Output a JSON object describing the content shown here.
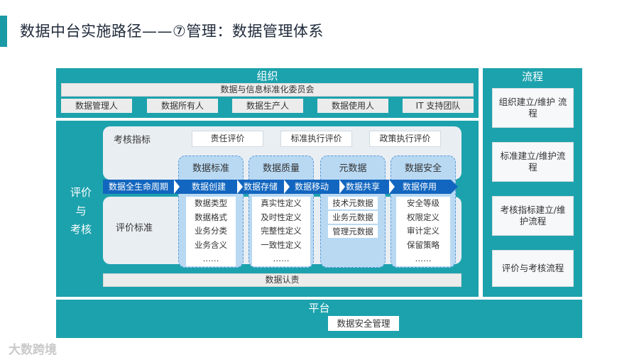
{
  "title": "数据中台实施路径——⑦管理：数据管理体系",
  "org": {
    "title": "组织",
    "committee": "数据与信息标准化委员会",
    "roles": [
      "数据管理人",
      "数据所有人",
      "数据生产人",
      "数据使用人",
      "IT 支持团队"
    ]
  },
  "evaluation": {
    "side_label": [
      "评价",
      "与",
      "考核"
    ],
    "kpi_label": "考核指标",
    "kpi_items": [
      "责任评价",
      "标准执行评价",
      "政策执行评价"
    ],
    "standard_label": "评价标准",
    "lifecycle_label": "数据全生命周期",
    "stages": [
      "数据创建",
      "数据存储",
      "数据移动",
      "数据共享",
      "数据停用"
    ],
    "cards": [
      {
        "title": "数据标准",
        "items": [
          "数据类型",
          "数据格式",
          "业务分类",
          "业务含义",
          "……"
        ]
      },
      {
        "title": "数据质量",
        "items": [
          "真实性定义",
          "及时性定义",
          "完整性定义",
          "一致性定义",
          "……"
        ]
      },
      {
        "title": "元数据",
        "items": [
          "技术元数据",
          "业务元数据",
          "管理元数据"
        ]
      },
      {
        "title": "数据安全",
        "items": [
          "安全等级",
          "权限定义",
          "审计定义",
          "保留策略",
          "……"
        ]
      }
    ],
    "accountability": "数据认责"
  },
  "process": {
    "title": "流程",
    "items": [
      "组织建立/维护 流程",
      "标准建立/维护流程",
      "考核指标建立/维护流程",
      "评价与考核流程"
    ]
  },
  "platform": {
    "title": "平台",
    "item": "数据安全管理"
  },
  "watermark": "大数跨境"
}
